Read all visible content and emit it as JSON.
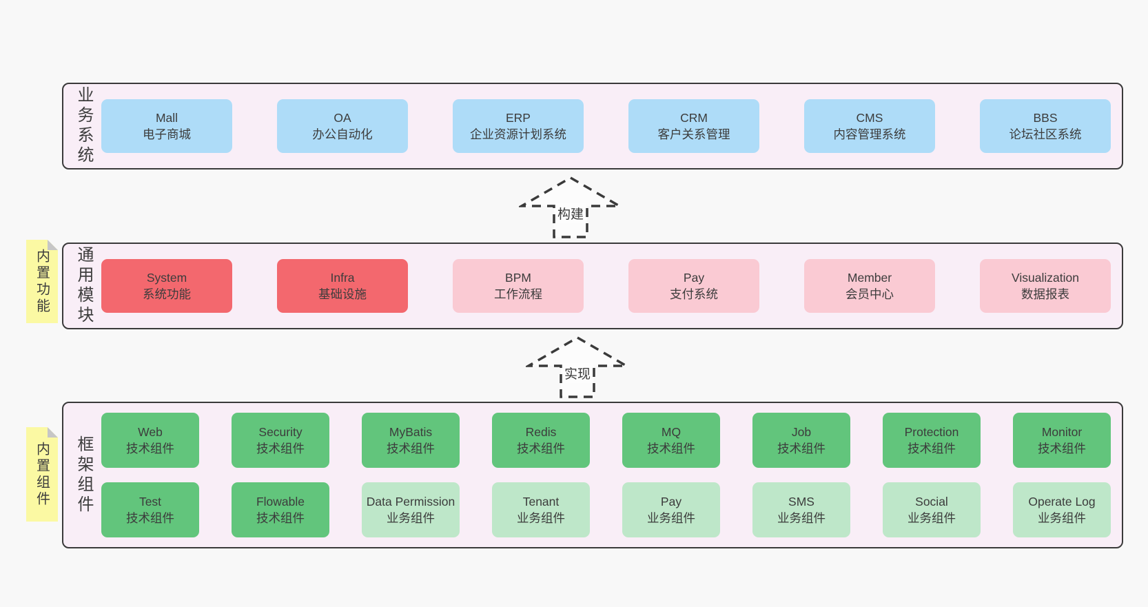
{
  "page": {
    "background": "#f8f8f8"
  },
  "palette": {
    "container_bg": "#f9eef7",
    "container_border": "#3a3a3a",
    "blue": "#aedcf8",
    "red": "#f3686e",
    "pink": "#facad3",
    "green": "#62c57c",
    "green_light": "#bee7c9",
    "sticky_yellow": "#fbf9a3",
    "sticky_fold": "#c6c6c6",
    "text": "#3c3c3c"
  },
  "arrows": [
    {
      "label": "构建"
    },
    {
      "label": "实现"
    }
  ],
  "sections": [
    {
      "label": "业务系统",
      "rows": [
        [
          {
            "en": "Mall",
            "zh": "电子商城",
            "color": "blue"
          },
          {
            "en": "OA",
            "zh": "办公自动化",
            "color": "blue"
          },
          {
            "en": "ERP",
            "zh": "企业资源计划系统",
            "color": "blue"
          },
          {
            "en": "CRM",
            "zh": "客户关系管理",
            "color": "blue"
          },
          {
            "en": "CMS",
            "zh": "内容管理系统",
            "color": "blue"
          },
          {
            "en": "BBS",
            "zh": "论坛社区系统",
            "color": "blue"
          }
        ]
      ]
    },
    {
      "label": "通用模块",
      "sticky": "内置功能",
      "rows": [
        [
          {
            "en": "System",
            "zh": "系统功能",
            "color": "red"
          },
          {
            "en": "Infra",
            "zh": "基础设施",
            "color": "red"
          },
          {
            "en": "BPM",
            "zh": "工作流程",
            "color": "pink"
          },
          {
            "en": "Pay",
            "zh": "支付系统",
            "color": "pink"
          },
          {
            "en": "Member",
            "zh": "会员中心",
            "color": "pink"
          },
          {
            "en": "Visualization",
            "zh": "数据报表",
            "color": "pink"
          }
        ]
      ]
    },
    {
      "label": "框架组件",
      "sticky": "内置组件",
      "rows": [
        [
          {
            "en": "Web",
            "zh": "技术组件",
            "color": "green"
          },
          {
            "en": "Security",
            "zh": "技术组件",
            "color": "green"
          },
          {
            "en": "MyBatis",
            "zh": "技术组件",
            "color": "green"
          },
          {
            "en": "Redis",
            "zh": "技术组件",
            "color": "green"
          },
          {
            "en": "MQ",
            "zh": "技术组件",
            "color": "green"
          },
          {
            "en": "Job",
            "zh": "技术组件",
            "color": "green"
          },
          {
            "en": "Protection",
            "zh": "技术组件",
            "color": "green"
          },
          {
            "en": "Monitor",
            "zh": "技术组件",
            "color": "green"
          }
        ],
        [
          {
            "en": "Test",
            "zh": "技术组件",
            "color": "green"
          },
          {
            "en": "Flowable",
            "zh": "技术组件",
            "color": "green"
          },
          {
            "en": "Data Permission",
            "zh": "业务组件",
            "color": "green-light"
          },
          {
            "en": "Tenant",
            "zh": "业务组件",
            "color": "green-light"
          },
          {
            "en": "Pay",
            "zh": "业务组件",
            "color": "green-light"
          },
          {
            "en": "SMS",
            "zh": "业务组件",
            "color": "green-light"
          },
          {
            "en": "Social",
            "zh": "业务组件",
            "color": "green-light"
          },
          {
            "en": "Operate Log",
            "zh": "业务组件",
            "color": "green-light"
          }
        ]
      ]
    }
  ]
}
